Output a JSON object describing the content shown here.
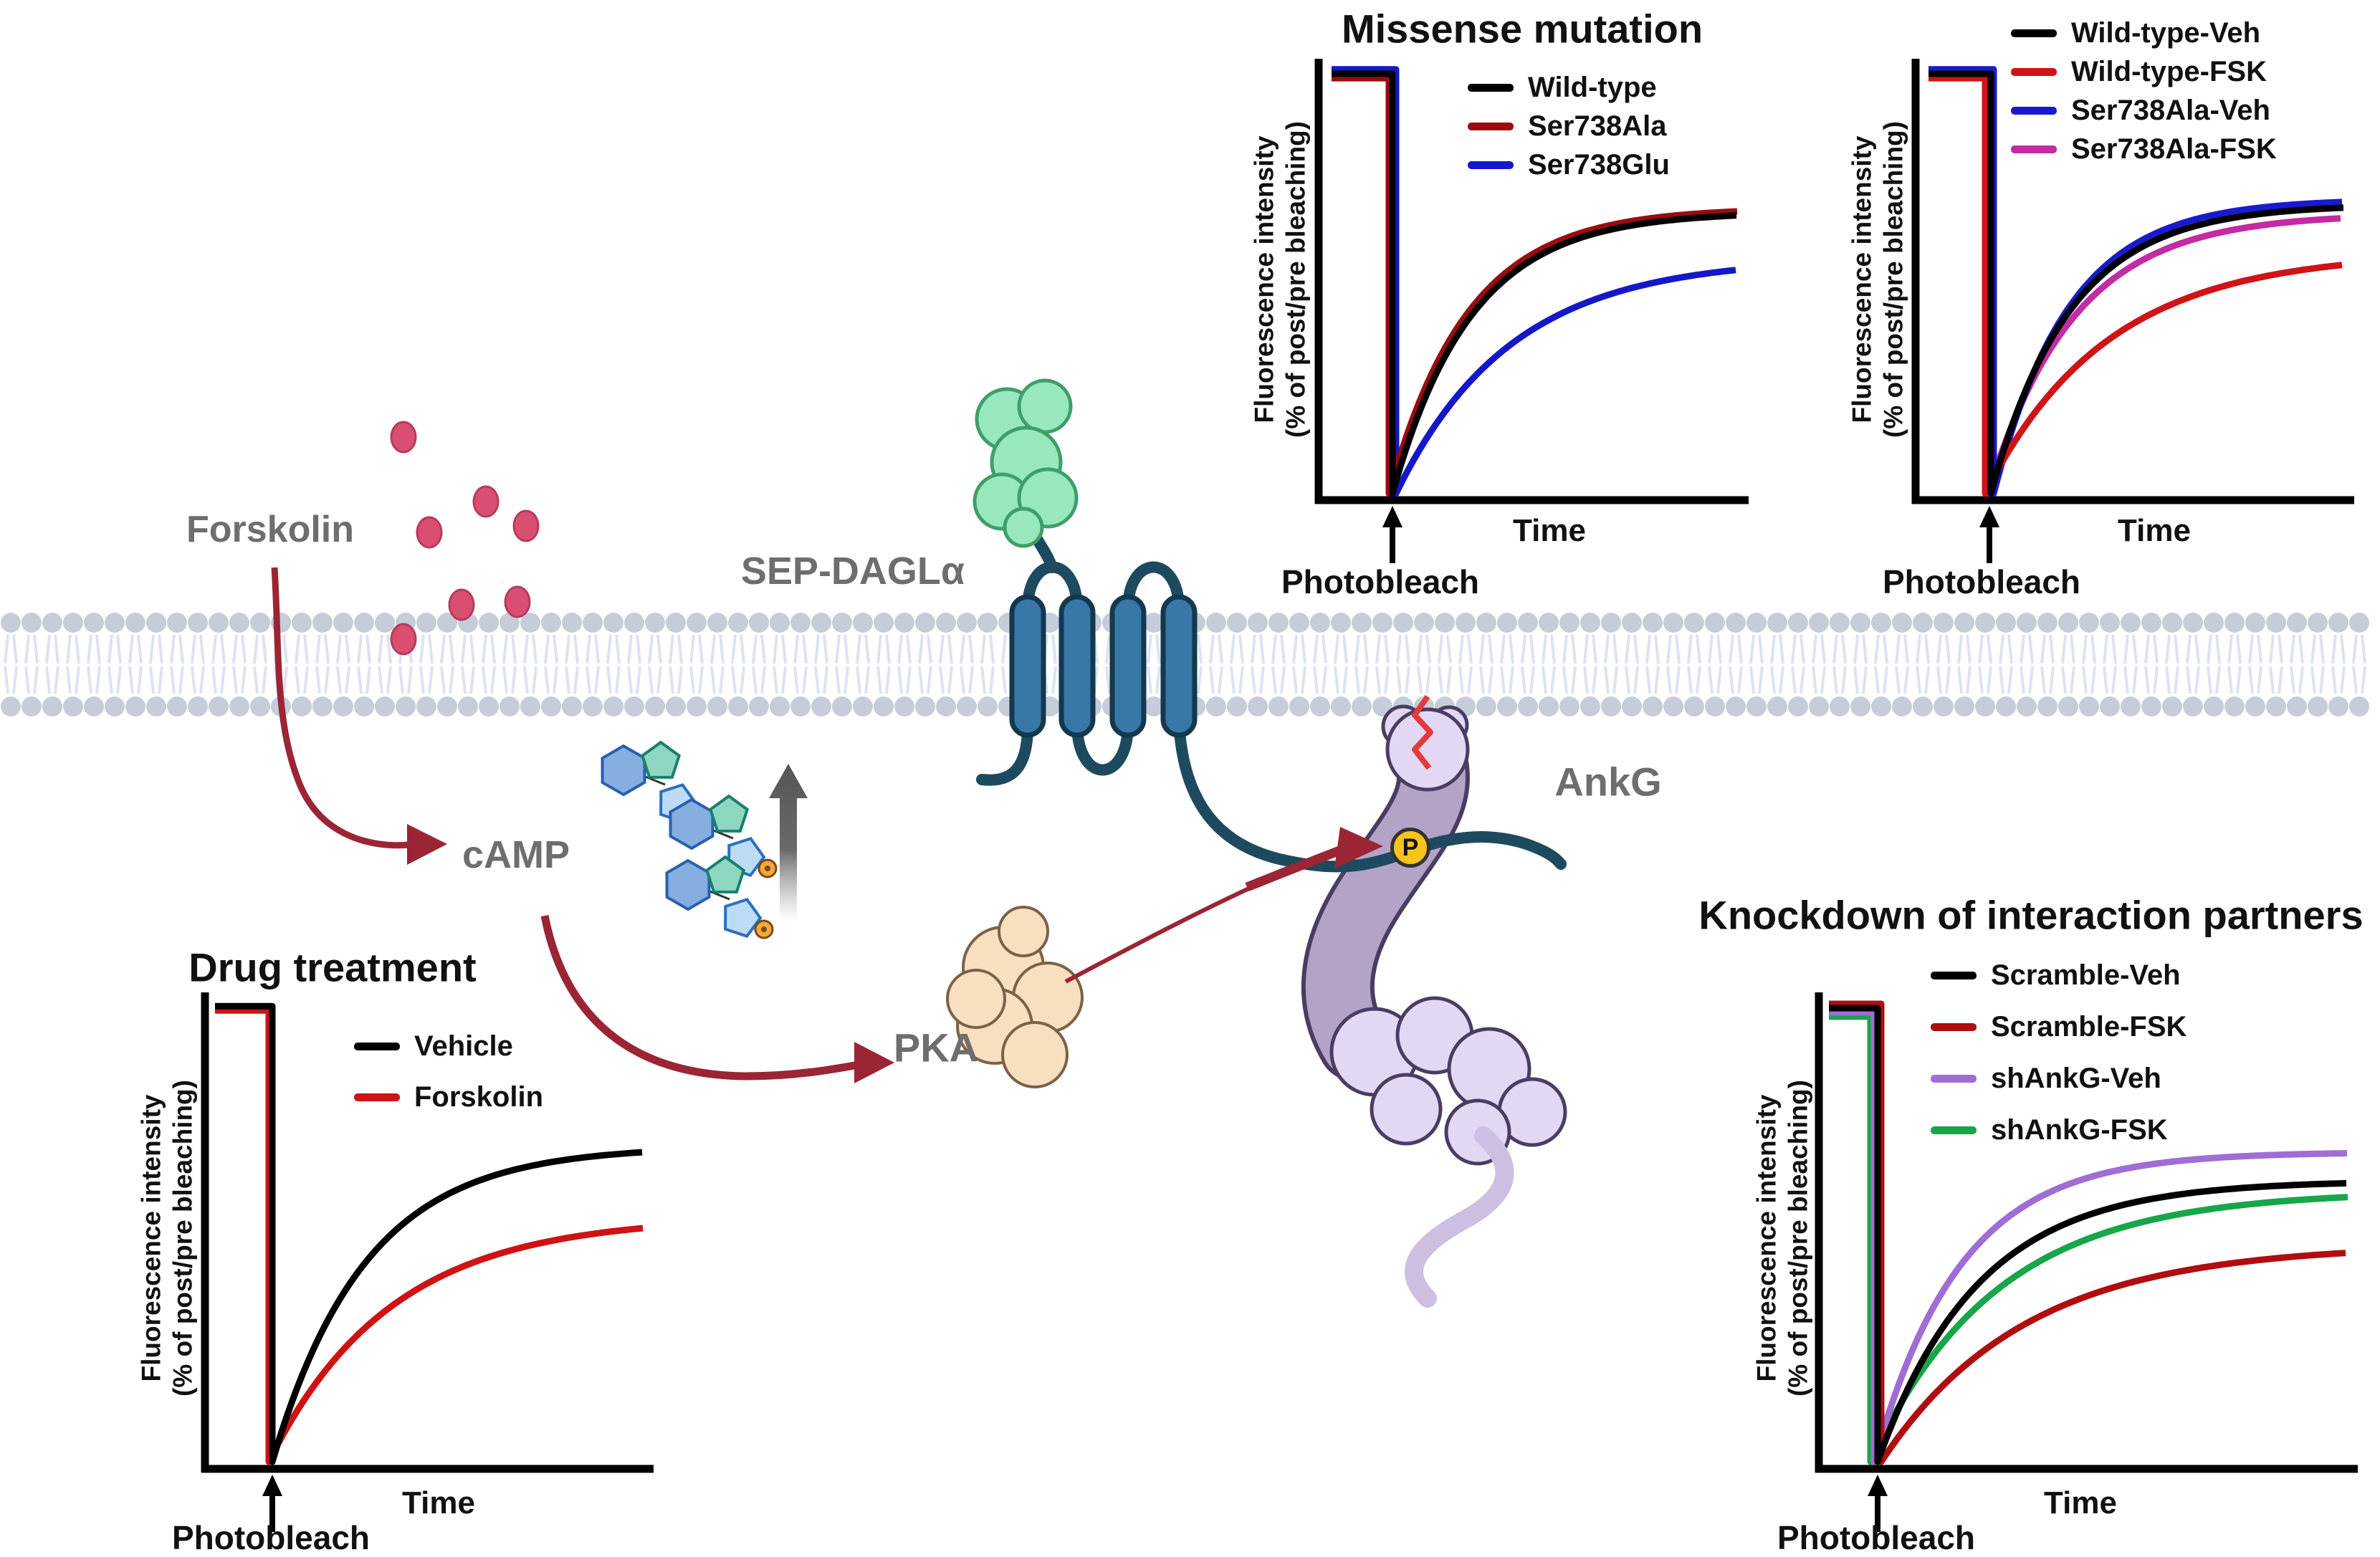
{
  "diagram": {
    "labels": {
      "forskolin": "Forskolin",
      "camp": "cAMP",
      "pka": "PKA",
      "ankg": "AnkG",
      "sep_dagla": "SEP-DAGLα",
      "phospho": "P"
    },
    "colors": {
      "label_gray": "#6e6e6e",
      "arrow_dark_red": "#9b2534",
      "membrane_head": "#c6cdd9",
      "membrane_tail": "#dce3f2",
      "tm_helix_blue": "#3878a8",
      "tm_loop_teal": "#1d4a5f",
      "sep_green": "#97e8bd",
      "sep_green_outline": "#3f9e69",
      "pka_tan": "#f7dfc0",
      "pka_outline": "#7a6248",
      "ankg_purple_light": "#e3d8f3",
      "ankg_purple_body": "#b3a3c6",
      "ankg_outline": "#4a3c63",
      "phospho_yellow": "#f6c41c",
      "forskolin_dot_pink": "#d94f72",
      "zigzag_red": "#e23b3b",
      "camp_hex_blue": "#86aede",
      "camp_pent_teal": "#8fd6c0",
      "camp_pent_lightblue": "#bcdcf5",
      "camp_phosphate_orange": "#f2a93b",
      "up_arrow_gray": "#5f5f5f"
    }
  },
  "chart_data": [
    {
      "id": "missense",
      "type": "line",
      "title": "Missense mutation",
      "ylabel1": "Fluorescence intensity",
      "ylabel2": "(% of post/pre bleaching)",
      "xlabel": "Time",
      "bleach_label": "Photobleach",
      "y_range_percent": [
        0,
        100
      ],
      "x_axis": "time (unlabeled)",
      "series": [
        {
          "name": "Wild-type",
          "color": "#000000",
          "prebleach_level": 96.6,
          "postbleach_level": 1.5,
          "recovery_level": 65.3,
          "tau": 110,
          "bleach_dx": 0
        },
        {
          "name": "Ser738Ala",
          "color": "#9c0b10",
          "prebleach_level": 95.6,
          "postbleach_level": 1.5,
          "recovery_level": 66.2,
          "tau": 110,
          "bleach_dx": -5
        },
        {
          "name": "Ser738Glu",
          "color": "#1418c8",
          "prebleach_level": 97.6,
          "postbleach_level": 1.5,
          "recovery_level": 54.9,
          "tau": 160,
          "bleach_dx": 5
        }
      ]
    },
    {
      "id": "wt_vs_ser738ala_fsk",
      "type": "line",
      "title": "",
      "ylabel1": "Fluorescence intensity",
      "ylabel2": "(% of post/pre bleaching)",
      "xlabel": "Time",
      "bleach_label": "Photobleach",
      "y_range_percent": [
        0,
        100
      ],
      "x_axis": "time (unlabeled)",
      "series": [
        {
          "name": "Wild-type-Veh",
          "color": "#000000",
          "prebleach_level": 96.6,
          "postbleach_level": 1.5,
          "recovery_level": 67.0,
          "tau": 110,
          "bleach_dx": 2
        },
        {
          "name": "Wild-type-FSK",
          "color": "#d01317",
          "prebleach_level": 95.6,
          "postbleach_level": 1.5,
          "recovery_level": 56.2,
          "tau": 170,
          "bleach_dx": -6
        },
        {
          "name": "Ser738Ala-Veh",
          "color": "#1a1acd",
          "prebleach_level": 97.6,
          "postbleach_level": 1.5,
          "recovery_level": 68.2,
          "tau": 105,
          "bleach_dx": 6
        },
        {
          "name": "Ser738Ala-FSK",
          "color": "#c32aa3",
          "prebleach_level": 96.2,
          "postbleach_level": 1.5,
          "recovery_level": 64.9,
          "tau": 120,
          "bleach_dx": -2
        }
      ]
    },
    {
      "id": "drug_treatment",
      "type": "line",
      "title": "Drug treatment",
      "ylabel1": "Fluorescence intensity",
      "ylabel2": "(% of post/pre bleaching)",
      "xlabel": "Time",
      "bleach_label": "Photobleach",
      "y_range_percent": [
        0,
        100
      ],
      "x_axis": "time (unlabeled)",
      "series": [
        {
          "name": "Vehicle",
          "color": "#000000",
          "prebleach_level": 97.1,
          "postbleach_level": 1.5,
          "recovery_level": 67.7,
          "tau": 130,
          "bleach_dx": 0
        },
        {
          "name": "Forskolin",
          "color": "#cf1214",
          "prebleach_level": 96.2,
          "postbleach_level": 1.5,
          "recovery_level": 52.9,
          "tau": 170,
          "bleach_dx": -5
        }
      ]
    },
    {
      "id": "knockdown",
      "type": "line",
      "title": "Knockdown of interaction partners",
      "ylabel1": "Fluorescence intensity",
      "ylabel2": "(% of post/pre bleaching)",
      "xlabel": "Time",
      "bleach_label": "Photobleach",
      "y_range_percent": [
        0,
        100
      ],
      "x_axis": "time (unlabeled)",
      "series": [
        {
          "name": "Scramble-Veh",
          "color": "#000000",
          "prebleach_level": 96.7,
          "postbleach_level": 1.5,
          "recovery_level": 60.5,
          "tau": 140,
          "bleach_dx": 0
        },
        {
          "name": "Scramble-FSK",
          "color": "#b00d10",
          "prebleach_level": 97.6,
          "postbleach_level": 1.5,
          "recovery_level": 47.1,
          "tau": 200,
          "bleach_dx": 5
        },
        {
          "name": "shAnkG-Veh",
          "color": "#a06cd5",
          "prebleach_level": 95.8,
          "postbleach_level": 1.5,
          "recovery_level": 66.5,
          "tau": 120,
          "bleach_dx": -5
        },
        {
          "name": "shAnkG-FSK",
          "color": "#17a649",
          "prebleach_level": 94.9,
          "postbleach_level": 1.5,
          "recovery_level": 58.3,
          "tau": 175,
          "bleach_dx": -10
        }
      ]
    }
  ]
}
